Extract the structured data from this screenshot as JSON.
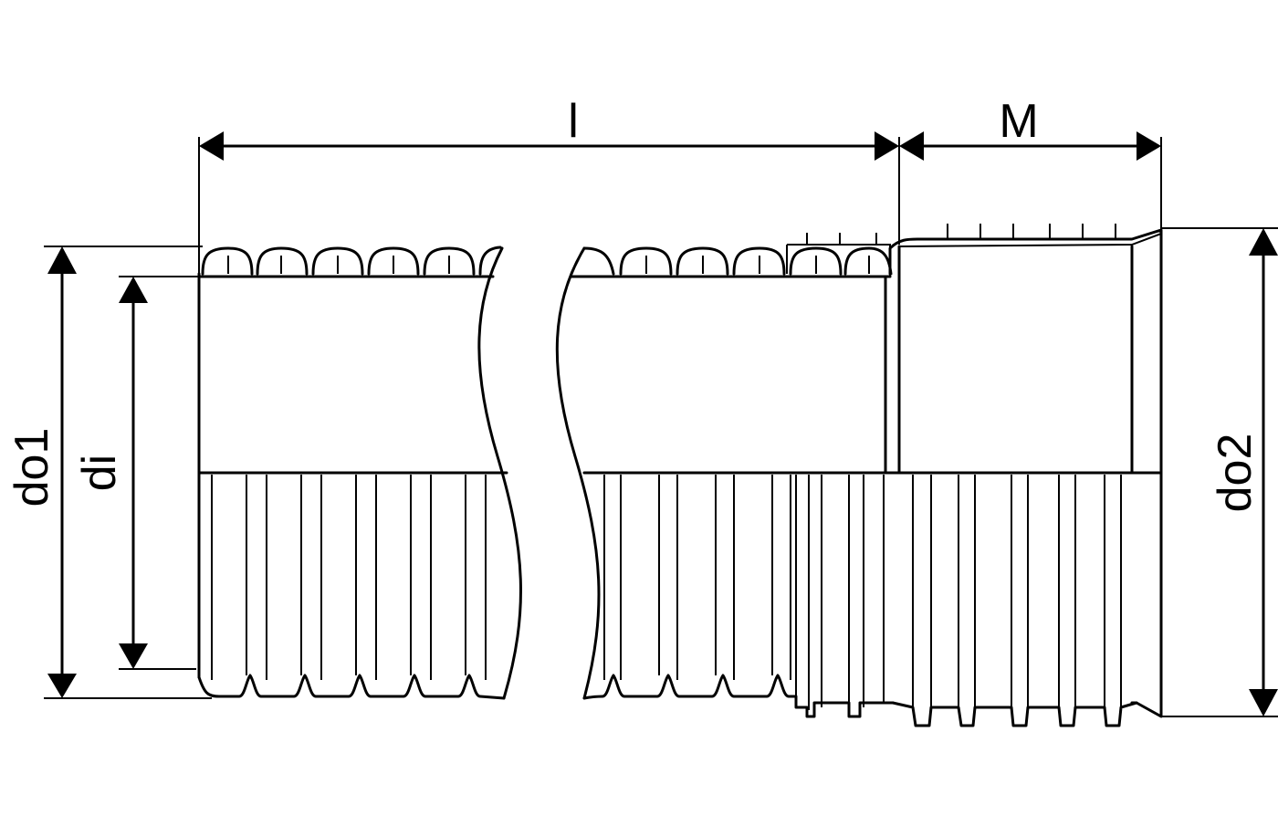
{
  "dimensions": {
    "length_label": "l",
    "socket_label": "M",
    "outer_diameter_label": "do1",
    "inner_diameter_label": "di",
    "socket_outer_diameter_label": "do2"
  }
}
